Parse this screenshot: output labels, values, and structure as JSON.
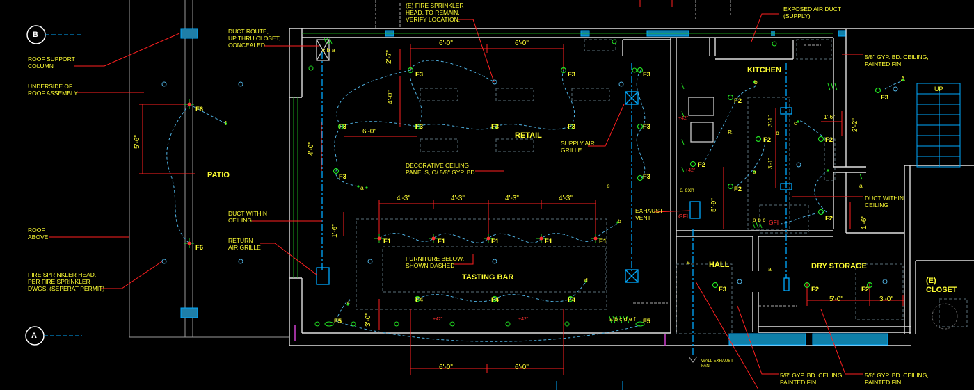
{
  "colors": {
    "background": "#000000",
    "walls": "#ffffff",
    "duct": "#00aaff",
    "leader": "#ff2020",
    "text": "#ffff33",
    "sprinkler": "#00ff00",
    "dimension": "#ff2020"
  },
  "grid": {
    "b": "B",
    "a": "A"
  },
  "rooms": {
    "patio": "PATIO",
    "retail": "RETAIL",
    "tasting_bar": "TASTING BAR",
    "kitchen": "KITCHEN",
    "hall": "HALL",
    "dry_storage": "DRY STORAGE",
    "closet_1": "(E)",
    "closet_2": "CLOSET"
  },
  "notes": {
    "roof_support_1": "ROOF SUPPORT",
    "roof_support_2": "COLUMN",
    "underside_1": "UNDERSIDE OF",
    "underside_2": "ROOF ASSEMBLY",
    "roof_above_1": "ROOF",
    "roof_above_2": "ABOVE",
    "fire_sprinkler_1": "FIRE SPRINKLER HEAD,",
    "fire_sprinkler_2": "PER FIRE SPRINKLER",
    "fire_sprinkler_3": "DWGS. (SEPERAT PERMIT)",
    "duct_route_1": "DUCT ROUTE,",
    "duct_route_2": "UP THRU CLOSET,",
    "duct_route_3": "CONCEALED.",
    "existing_head_1": "(E) FIRE SPRINKLER",
    "existing_head_2": "HEAD, TO REMAIN.",
    "existing_head_3": "VERIFY LOCATION.",
    "exposed_duct_1": "EXPOSED AIR DUCT",
    "exposed_duct_2": "(SUPPLY)",
    "gyp_top_1": "5/8\" GYP. BD. CEILING,",
    "gyp_top_2": "PAINTED FIN.",
    "supply_grille_1": "SUPPLY AIR",
    "supply_grille_2": "GRILLE",
    "deco_ceiling_1": "DECORATIVE CEILING",
    "deco_ceiling_2": "PANELS, O/ 5/8\" GYP. BD.",
    "duct_within_left_1": "DUCT WITHIN",
    "duct_within_left_2": "CEILING",
    "return_grille_1": "RETURN",
    "return_grille_2": "AIR GRILLE",
    "furniture_1": "FURNITURE BELOW,",
    "furniture_2": "SHOWN DASHED",
    "exhaust_1": "EXHAUST",
    "exhaust_2": "VENT",
    "duct_within_right_1": "DUCT WITHIN",
    "duct_within_right_2": "CEILING",
    "gyp_bottom1_1": "5/8\" GYP. BD. CEILING,",
    "gyp_bottom1_2": "PAINTED FIN.",
    "gyp_bottom2_1": "5/8\" GYP. BD. CEILING,",
    "gyp_bottom2_2": "PAINTED FIN.",
    "wall_exhaust_1": "WALL EXHAUST",
    "wall_exhaust_2": "FAN",
    "up": "UP"
  },
  "dimensions": {
    "retail_top_1": "6'-0\"",
    "retail_top_2": "6'-0\"",
    "retail_mid": "6'-0\"",
    "retail_v1": "2'-7\"",
    "retail_v2": "4'-0\"",
    "retail_v3": "4'-0\"",
    "bar_1": "4'-3\"",
    "bar_2": "4'-3\"",
    "bar_3": "4'-3\"",
    "bar_4": "4'-3\"",
    "bar_v1": "1'-6\"",
    "bar_v2": "3'-0\"",
    "bottom_1": "6'-0\"",
    "bottom_2": "6'-0\"",
    "patio_v": "5'-6\"",
    "kitchen_v1": "3'-1\"",
    "kitchen_v2": "3'-1\"",
    "kitchen_v3": "5'-9\"",
    "kitchen_h": "1'-6\"",
    "kitchen_v4": "2'-2\"",
    "kitchen_v5": "1'-6\"",
    "dry_1": "5'-0\"",
    "dry_2": "3'-0\"",
    "height_1": "+42\"",
    "height_2": "+42\"",
    "height_3": "+42\"",
    "height_4": "+42\""
  },
  "fixtures": {
    "f6a": "F6",
    "f6b": "F6",
    "f3_1": "F3",
    "f3_2": "F3",
    "f3_3": "F3",
    "f3_4": "F3",
    "f3_5": "F3",
    "f3_6": "F3",
    "f3_7": "F3",
    "f3_8": "F3",
    "f3_9": "F3",
    "f3_10": "F3",
    "f3_11": "F3",
    "f3_12": "F3",
    "f1_1": "F1",
    "f1_2": "F1",
    "f1_3": "F1",
    "f1_4": "F1",
    "f1_5": "F1",
    "f4_1": "F4",
    "f4_2": "F4",
    "f4_3": "F4",
    "f5_1": "F5",
    "f5_2": "F5",
    "f2_1": "F2",
    "f2_2": "F2",
    "f2_3": "F2",
    "f2_4": "F2",
    "f2_5": "F2",
    "f2_6": "F2",
    "f2_7": "F2",
    "f2_8": "F2"
  },
  "switch_letters": {
    "cba": "c b a",
    "abcdef": "a b c d e f",
    "abc": "a b c",
    "aexh": "a exh",
    "a1": "a",
    "a2": "a",
    "a3": "a",
    "a4": "a",
    "a5": "a",
    "b1": "b",
    "b2": "b",
    "b3": "b",
    "c1": "c",
    "c2": "c",
    "d1": "d",
    "e1": "e",
    "f1": "f",
    "A1": "A"
  },
  "gfi": {
    "g1": "GFI",
    "g2": "GFI"
  },
  "misc": {
    "r": "R."
  }
}
